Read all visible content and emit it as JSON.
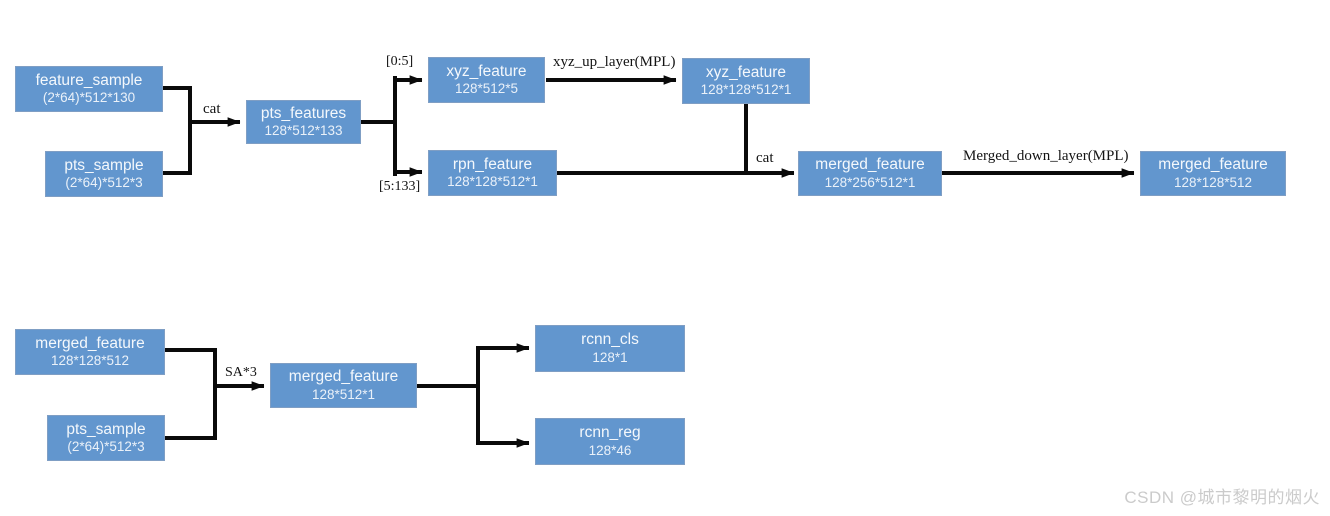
{
  "colors": {
    "node_fill": "#6296ce",
    "node_border": "#7f9ec4",
    "node_text": "#f4f8fc",
    "connector": "#0a0a0a",
    "edge_label_text": "#131313",
    "watermark_text": "#cbcbcb"
  },
  "nodes": {
    "feature_sample": {
      "title": "feature_sample",
      "dims": "(2*64)*512*130"
    },
    "pts_sample_top": {
      "title": "pts_sample",
      "dims": "(2*64)*512*3"
    },
    "pts_features": {
      "title": "pts_features",
      "dims": "128*512*133"
    },
    "xyz_feature_small": {
      "title": "xyz_feature",
      "dims": "128*512*5"
    },
    "rpn_feature": {
      "title": "rpn_feature",
      "dims": "128*128*512*1"
    },
    "xyz_feature_up": {
      "title": "xyz_feature",
      "dims": "128*128*512*1"
    },
    "merged_feature_cat": {
      "title": "merged_feature",
      "dims": "128*256*512*1"
    },
    "merged_feature_down": {
      "title": "merged_feature",
      "dims": "128*128*512"
    },
    "merged_feature_in": {
      "title": "merged_feature",
      "dims": "128*128*512"
    },
    "pts_sample_bottom": {
      "title": "pts_sample",
      "dims": "(2*64)*512*3"
    },
    "merged_feature_sa": {
      "title": "merged_feature",
      "dims": "128*512*1"
    },
    "rcnn_cls": {
      "title": "rcnn_cls",
      "dims": "128*1"
    },
    "rcnn_reg": {
      "title": "rcnn_reg",
      "dims": "128*46"
    }
  },
  "edge_labels": {
    "cat_top": "cat",
    "slice_xyz": "[0:5]",
    "slice_rpn": "[5:133]",
    "xyz_up_layer": "xyz_up_layer(MPL)",
    "cat_merge": "cat",
    "merged_down_layer": "Merged_down_layer(MPL)",
    "sa3": "SA*3"
  },
  "watermark": "CSDN @城市黎明的烟火"
}
